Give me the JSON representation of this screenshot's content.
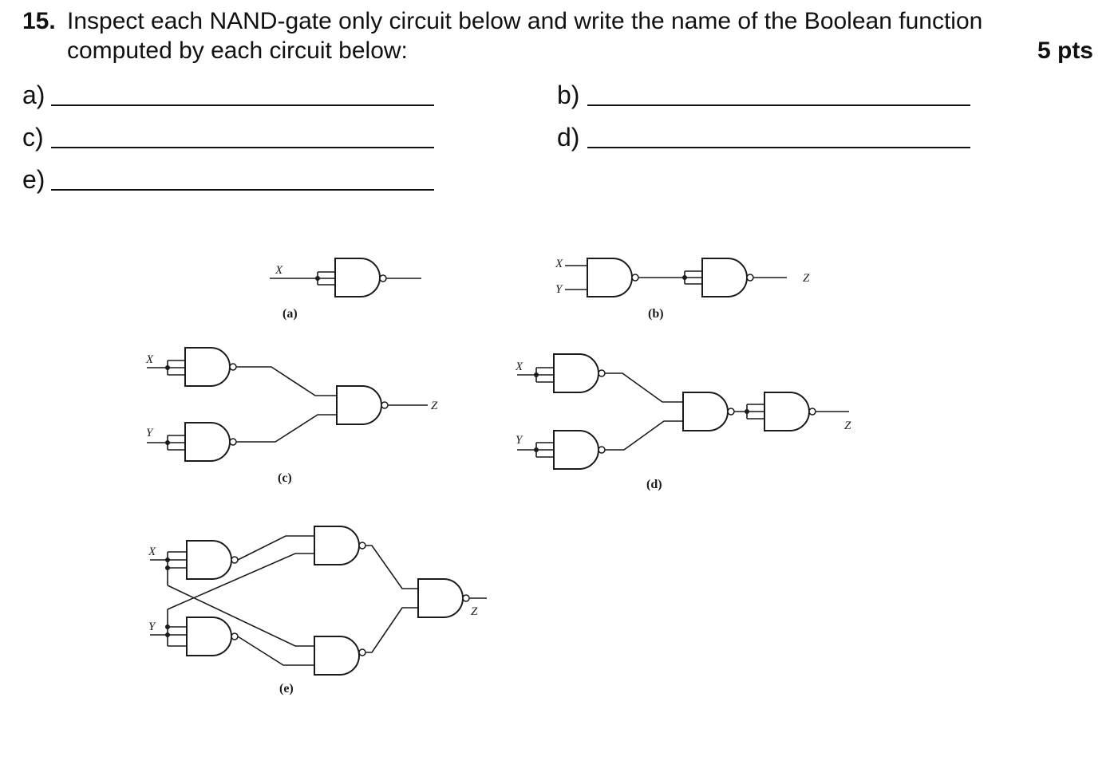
{
  "question": {
    "number": "15.",
    "text_line1": "Inspect each NAND-gate only circuit below and write the name of the Boolean function",
    "text_line2": "computed by each circuit below:",
    "points": "5 pts"
  },
  "answers": [
    {
      "label": "a)"
    },
    {
      "label": "b)"
    },
    {
      "label": "c)"
    },
    {
      "label": "d)"
    },
    {
      "label": "e)"
    }
  ],
  "circuits": {
    "a": {
      "caption": "(a)",
      "input_x": "X"
    },
    "b": {
      "caption": "(b)",
      "input_x": "X",
      "input_y": "Y",
      "output": "Z"
    },
    "c": {
      "caption": "(c)",
      "input_x": "X",
      "input_y": "Y",
      "output": "Z"
    },
    "d": {
      "caption": "(d)",
      "input_x": "X",
      "input_y": "Y",
      "output": "Z"
    },
    "e": {
      "caption": "(e)",
      "input_x": "X",
      "input_y": "Y",
      "output": "Z"
    }
  }
}
